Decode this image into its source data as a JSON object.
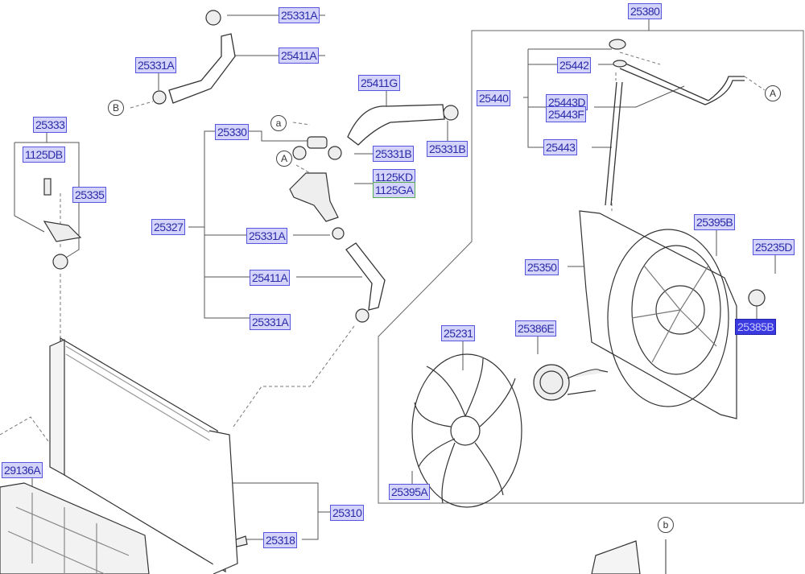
{
  "labels": {
    "top_clamp": "25331A",
    "upper_hose": "25411A",
    "left_clamp": "25331A",
    "hose_g": "25411G",
    "bracket_assy": "25333",
    "bolt_db": "1125DB",
    "housing": "25330",
    "clamp_b_left": "25331B",
    "clamp_b_right": "25331B",
    "bolt_kd": "1125KD",
    "bolt_ga": "1125GA",
    "insulator": "25335",
    "hose_assy": "25327",
    "clamp_mid": "25331A",
    "lower_hose": "25411A",
    "clamp_low": "25331A",
    "fan_shroud_assy": "25380",
    "cap": "25442",
    "reservoir_hose_assy": "25440",
    "hose_d": "25443D",
    "hose_f": "25443F",
    "hose": "25443",
    "screw_b": "25395B",
    "screw_d": "25235D",
    "shroud": "25350",
    "motor": "25386E",
    "resistor": "25385B",
    "fan": "25231",
    "screw_a": "25395A",
    "guard": "29136A",
    "radiator": "25310",
    "drain_plug": "25318"
  },
  "refs": {
    "b_left": "B",
    "a_small": "a",
    "a_mid": "A",
    "a_right": "A",
    "b_small": "b"
  },
  "colors": {
    "label_fill": "#d4d4fb",
    "label_border": "#5555dd",
    "label_text": "#2a2aa8",
    "highlight": "#3a3ae0"
  }
}
